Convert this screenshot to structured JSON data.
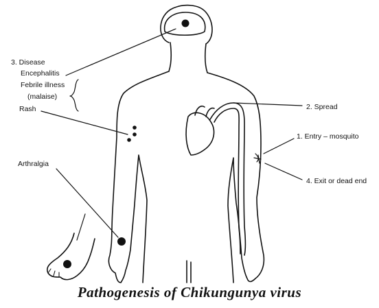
{
  "labels": {
    "disease": "3. Disease",
    "encephalitis": "Encephalitis",
    "febrile": "Febrile illness",
    "malaise": "(malaise)",
    "rash": "Rash",
    "arthralgia": "Arthralgia",
    "spread": "2. Spread",
    "entry": "1. Entry – mosquito",
    "exit": "4. Exit or dead end"
  },
  "caption": "Pathogenesis of Chikungunya virus",
  "colors": {
    "ink": "#111111",
    "background": "#ffffff"
  }
}
